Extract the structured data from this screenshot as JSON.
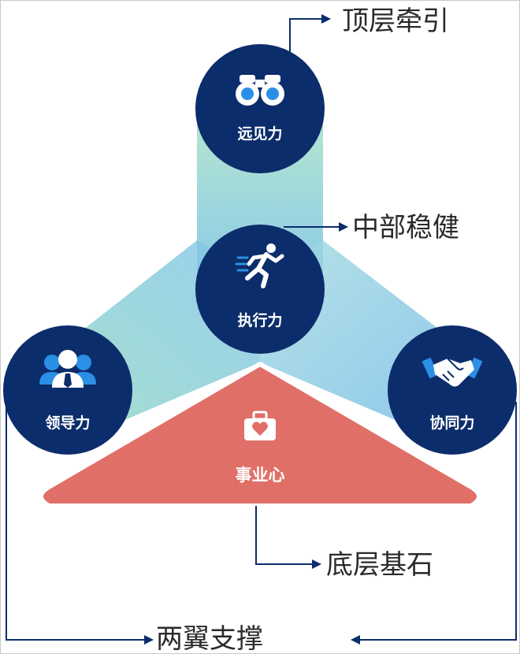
{
  "nodes": {
    "vision": {
      "label": "远见力",
      "icon": "binoculars-icon"
    },
    "execution": {
      "label": "执行力",
      "icon": "running-person-icon"
    },
    "leadership": {
      "label": "领导力",
      "icon": "people-group-icon"
    },
    "collaboration": {
      "label": "协同力",
      "icon": "handshake-icon"
    }
  },
  "base": {
    "label": "事业心",
    "icon": "briefcase-heart-icon"
  },
  "annotations": {
    "top": "顶层牵引",
    "middle": "中部稳健",
    "bottom": "底层基石",
    "wings": "两翼支撑"
  },
  "colors": {
    "node_fill": "#0c2d6b",
    "base_fill": "#e06f68",
    "connector": "#0c2d6b",
    "icon_accent": "#2b8fe6",
    "band_green": "#a6e0c6",
    "band_blue": "#7cc3e8"
  }
}
